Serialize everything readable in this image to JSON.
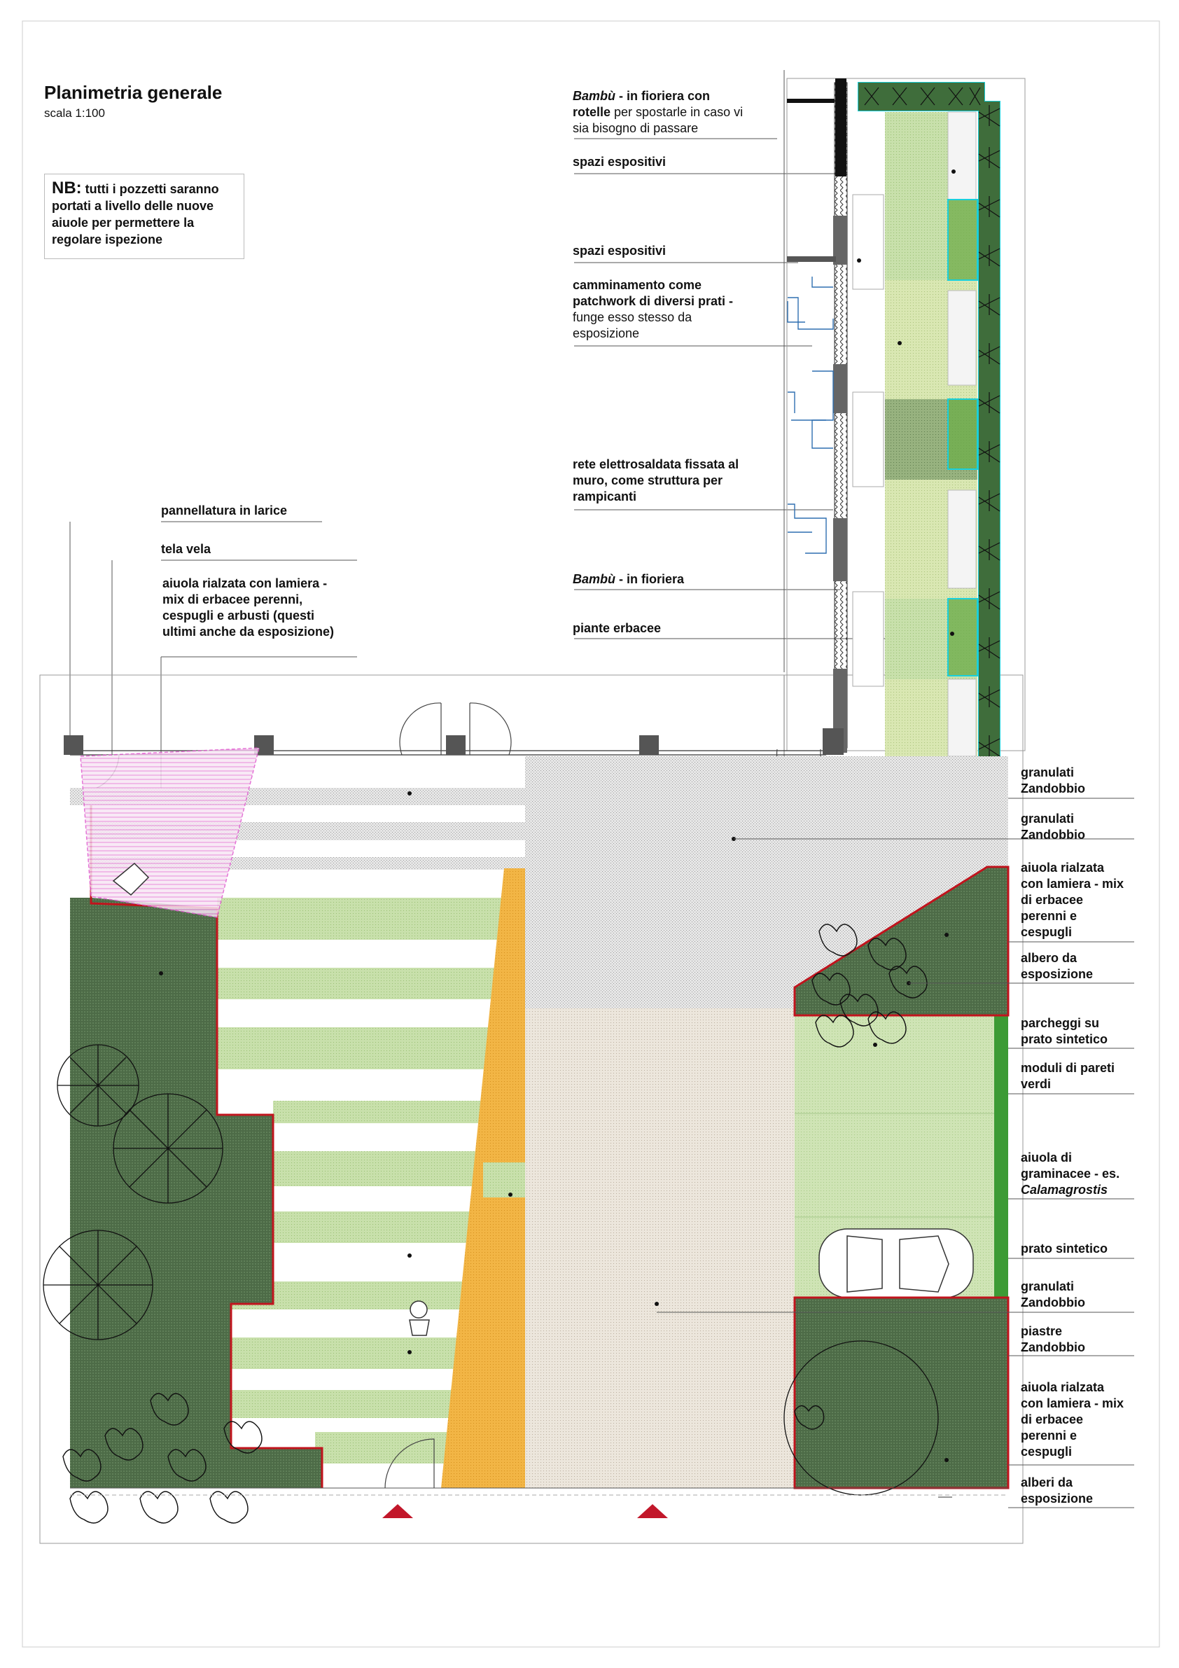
{
  "header": {
    "title": "Planimetria generale",
    "scale": "scala 1:100"
  },
  "note": {
    "prefix": "NB:",
    "text": "tutti i pozzetti saranno portati a livello delle nuove aiuole per permettere la regolare ispezione"
  },
  "colors": {
    "lawn_light": "#c6dfa8",
    "lawn_dark": "#7fae62",
    "planter_dark": "#4d6b47",
    "gravel": "#d9d9d9",
    "paving": "#e3ddd4",
    "orange_path": "#f2b545",
    "red_border": "#c0141d",
    "green_wall": "#3d9b35",
    "cyan_outline": "#19d0dc",
    "sail_magenta": "#e05ccf",
    "entrance_marker": "#c2172a"
  },
  "labels_top": [
    {
      "id": "bambu-fioriera-rotelle",
      "italic": "Bambù",
      "text": " - in fioriera con",
      "line2b": "rotelle",
      "line2": " per spostarle in caso vi",
      "line3": "sia bisogno di passare"
    },
    {
      "id": "spazi-espositivi-1",
      "text": "spazi espositivi"
    },
    {
      "id": "spazi-espositivi-2",
      "text": "spazi espositivi"
    },
    {
      "id": "camminamento",
      "line1": "camminamento come",
      "line2": "patchwork di diversi prati -",
      "line3": "funge esso stesso da",
      "line4": "esposizione"
    },
    {
      "id": "rete",
      "line1": "rete elettrosaldata fissata al",
      "line2": "muro, come struttura per",
      "line3": "rampicanti"
    },
    {
      "id": "bambu-fioriera",
      "italic": "Bambù",
      "text": " - in fioriera"
    },
    {
      "id": "piante-erbacee",
      "text": "piante erbacee"
    }
  ],
  "labels_left": [
    {
      "id": "pannellatura",
      "text": "pannellatura in larice"
    },
    {
      "id": "tela-vela",
      "text": "tela vela"
    },
    {
      "id": "aiuola-rialzata-left",
      "line1": "aiuola rialzata con lamiera -",
      "line2": "mix di erbacee perenni,",
      "line3": "cespugli e arbusti (questi",
      "line4": "ultimi anche da esposizione)"
    }
  ],
  "labels_right": [
    {
      "id": "granulati-1",
      "line1": "granulati",
      "line2": "Zandobbio"
    },
    {
      "id": "granulati-2",
      "line1": "granulati",
      "line2": "Zandobbio"
    },
    {
      "id": "aiuola-mix-1",
      "line1": "aiuola rialzata",
      "line2": "con lamiera - mix",
      "line3": "di erbacee",
      "line4": "perenni e",
      "line5": "cespugli"
    },
    {
      "id": "albero",
      "line1": "albero da",
      "line2": "esposizione"
    },
    {
      "id": "parcheggi",
      "line1": "parcheggi su",
      "line2": "prato sintetico"
    },
    {
      "id": "moduli",
      "line1": "moduli di pareti",
      "line2": "verdi"
    },
    {
      "id": "graminacee",
      "line1": "aiuola di",
      "line2": "graminacee - es.",
      "line3": "Calamagrostis"
    },
    {
      "id": "prato-sintetico",
      "line1": "prato sintetico"
    },
    {
      "id": "granulati-3",
      "line1": "granulati",
      "line2": "Zandobbio"
    },
    {
      "id": "piastre",
      "line1": "piastre",
      "line2": "Zandobbio"
    },
    {
      "id": "aiuola-mix-2",
      "line1": "aiuola rialzata",
      "line2": "con lamiera - mix",
      "line3": "di erbacee",
      "line4": "perenni e",
      "line5": "cespugli"
    },
    {
      "id": "alberi",
      "line1": "alberi da",
      "line2": "esposizione"
    }
  ]
}
